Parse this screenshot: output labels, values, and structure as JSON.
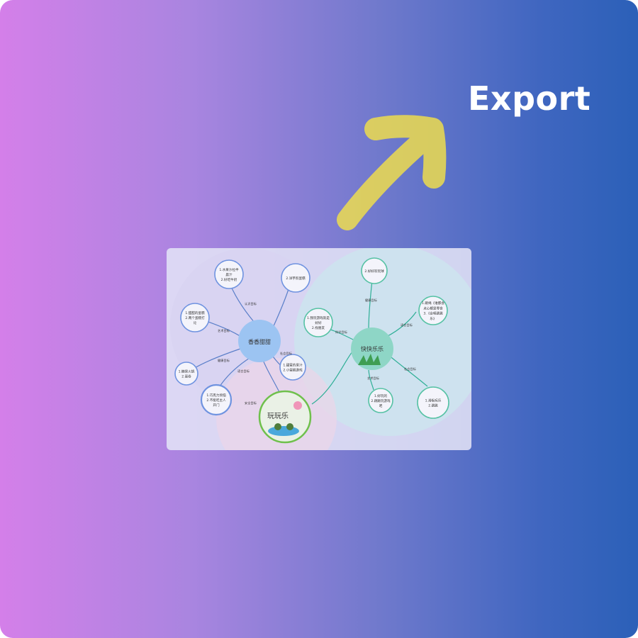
{
  "export_label": "Export",
  "arrow": {
    "color": "#f2e04a"
  },
  "mindmap": {
    "root": {
      "label": "玩玩乐"
    },
    "left_hub": {
      "label": "香香甜甜",
      "color": "#9cc4f2"
    },
    "right_hub": {
      "label": "快快乐乐",
      "color": "#8ed6c6"
    },
    "left_edges": [
      "安全目标",
      "认识目标",
      "艺术目标",
      "健康目标",
      "社会目标",
      "语言目标"
    ],
    "right_edges": [
      "科学目标",
      "健康目标",
      "语言目标",
      "社会目标",
      "艺术目标"
    ],
    "left_nodes": [
      {
        "lines": [
          "1.水果沙拉半",
          "晨汁",
          "2.好吃牛奶"
        ]
      },
      {
        "lines": [
          "2.洋芋煎蛋糕"
        ]
      },
      {
        "lines": [
          "1.甜甜的蛋糕",
          "2.两个蛋糕打",
          "论"
        ]
      },
      {
        "lines": [
          "1.糖果火锅",
          "2.蛋卷"
        ]
      },
      {
        "lines": [
          "1.甜蜜的果汁",
          "2.小蛋糕游戏"
        ]
      },
      {
        "lines": [
          "1.巧克力烦恼",
          "2.不能吃主人",
          "开门"
        ]
      }
    ],
    "right_nodes": [
      {
        "lines": [
          "2.好好欢玩球"
        ]
      },
      {
        "lines": [
          "1.跳绳《谁都会",
          "点心都是零食",
          "3.《合唱跳跳",
          "乐》"
        ]
      },
      {
        "lines": [
          "1.我玩游戏就是",
          "好好",
          "2.找朋友"
        ]
      },
      {
        "lines": [
          "1.好玩的",
          "2.跳跳玩游戏",
          "吧"
        ]
      },
      {
        "lines": [
          "1.滑板玩乐",
          "2.跳跳"
        ]
      }
    ]
  }
}
